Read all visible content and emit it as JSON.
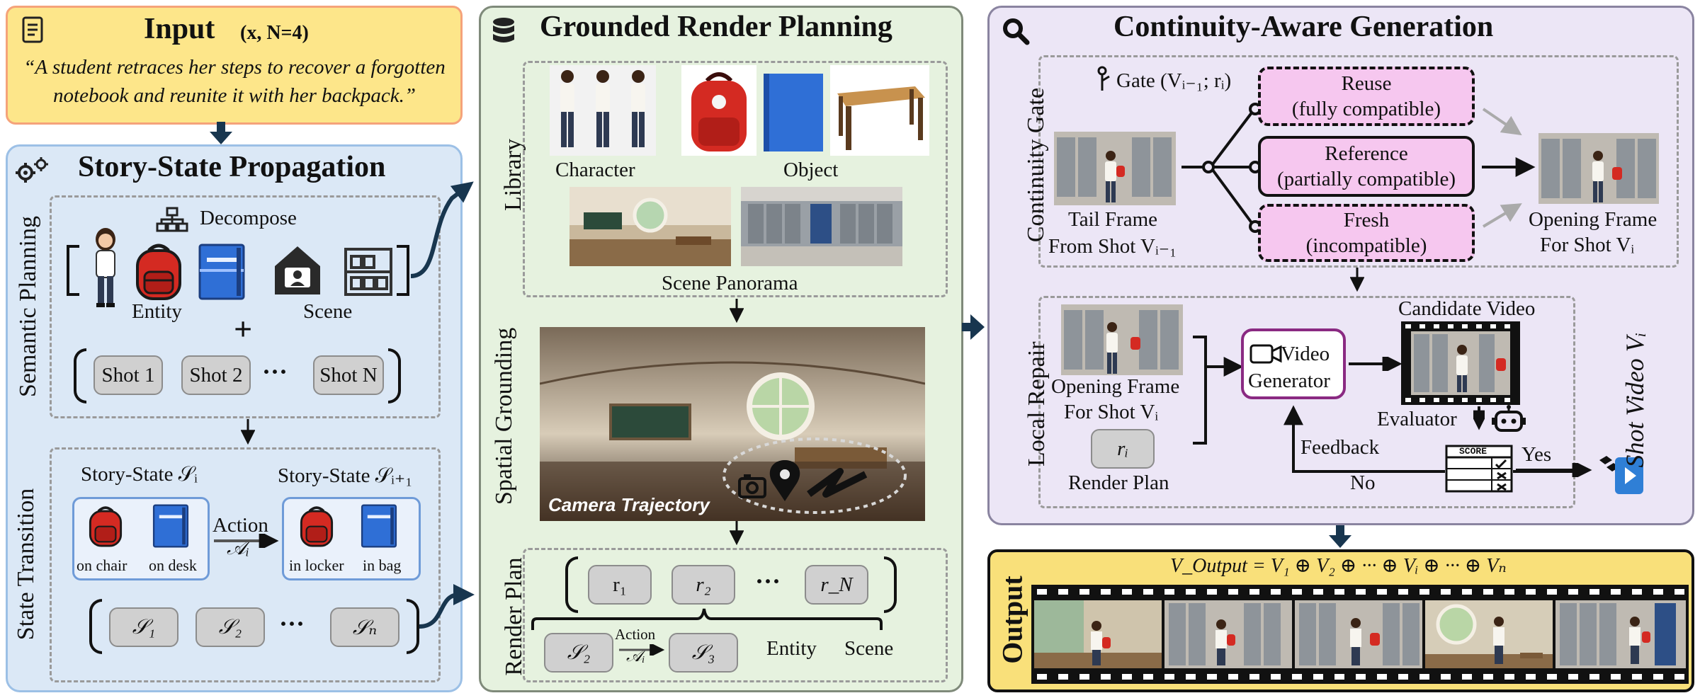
{
  "input": {
    "title": "Input",
    "params": "(x, N=4)",
    "quote_line1": "“A student retraces her steps to recover a forgotten",
    "quote_line2": "notebook and reunite it with her backpack.”"
  },
  "story_state": {
    "title": "Story-State Propagation",
    "semantic_planning_label": "Semantic Planning",
    "decompose": "Decompose",
    "entity": "Entity",
    "scene": "Scene",
    "plus": "+",
    "shots": [
      "Shot 1",
      "Shot 2",
      "Shot N"
    ],
    "ellipsis": "···",
    "state_transition_label": "State Transition",
    "state_i": "Story-State 𝒮ᵢ",
    "state_i1": "Story-State 𝒮ᵢ₊₁",
    "action": "Action",
    "action_sym": "𝒜ᵢ",
    "on_chair": "on chair",
    "on_desk": "on desk",
    "in_locker": "in locker",
    "in_bag": "in bag",
    "states": [
      "𝒮₁",
      "𝒮₂",
      "𝒮ₙ"
    ]
  },
  "render_planning": {
    "title": "Grounded Render Planning",
    "library_label": "Library",
    "character": "Character",
    "object": "Object",
    "scene_panorama": "Scene Panorama",
    "spatial_grounding_label": "Spatial Grounding",
    "camera_trajectory": "Camera Trajectory",
    "render_plan_label": "Render Plan",
    "plans": [
      "r₁",
      "r₂",
      "r_N"
    ],
    "ellipsis": "···",
    "s2": "𝒮₂",
    "s3": "𝒮₃",
    "action": "Action",
    "action_sym": "𝒜ᵢ",
    "entity": "Entity",
    "scene": "Scene"
  },
  "generation": {
    "title": "Continuity-Aware Generation",
    "continuity_gate_label": "Continuity Gate",
    "gate": "Gate (Vᵢ₋₁; rᵢ)",
    "reuse": "Reuse",
    "reuse_sub": "(fully compatible)",
    "reference": "Reference",
    "reference_sub": "(partially compatible)",
    "fresh": "Fresh",
    "fresh_sub": "(incompatible)",
    "tail_frame_1": "Tail Frame",
    "tail_frame_2": "From Shot Vᵢ₋₁",
    "opening_frame_1": "Opening Frame",
    "opening_frame_2": "For Shot Vᵢ",
    "local_repair_label": "Local Repair",
    "video": "Video",
    "generator": "Generator",
    "candidate_video": "Candidate Video",
    "evaluator": "Evaluator",
    "feedback": "Feedback",
    "yes": "Yes",
    "no": "No",
    "score": "SCORE",
    "ri": "rᵢ",
    "render_plan": "Render Plan",
    "shot_video": "Shot Video Vᵢ"
  },
  "output": {
    "label": "Output",
    "formula": "V_Output = V₁ ⊕ V₂ ⊕ ··· ⊕ Vᵢ ⊕ ··· ⊕ Vₙ"
  },
  "colors": {
    "input_bg": "#fde68a",
    "input_border": "#f5a37a",
    "story_bg": "#dbe8f6",
    "story_border": "#9cc0e6",
    "render_bg": "#e6f2df",
    "render_border": "#7f8a7a",
    "gen_bg": "#ece6f6",
    "gen_border": "#8a84a0",
    "output_bg": "#f9e07a",
    "gate_pink": "#f6c7ef",
    "backpack_red": "#d42a22",
    "notebook_blue": "#2f6fd6",
    "navy": "#18364f"
  }
}
